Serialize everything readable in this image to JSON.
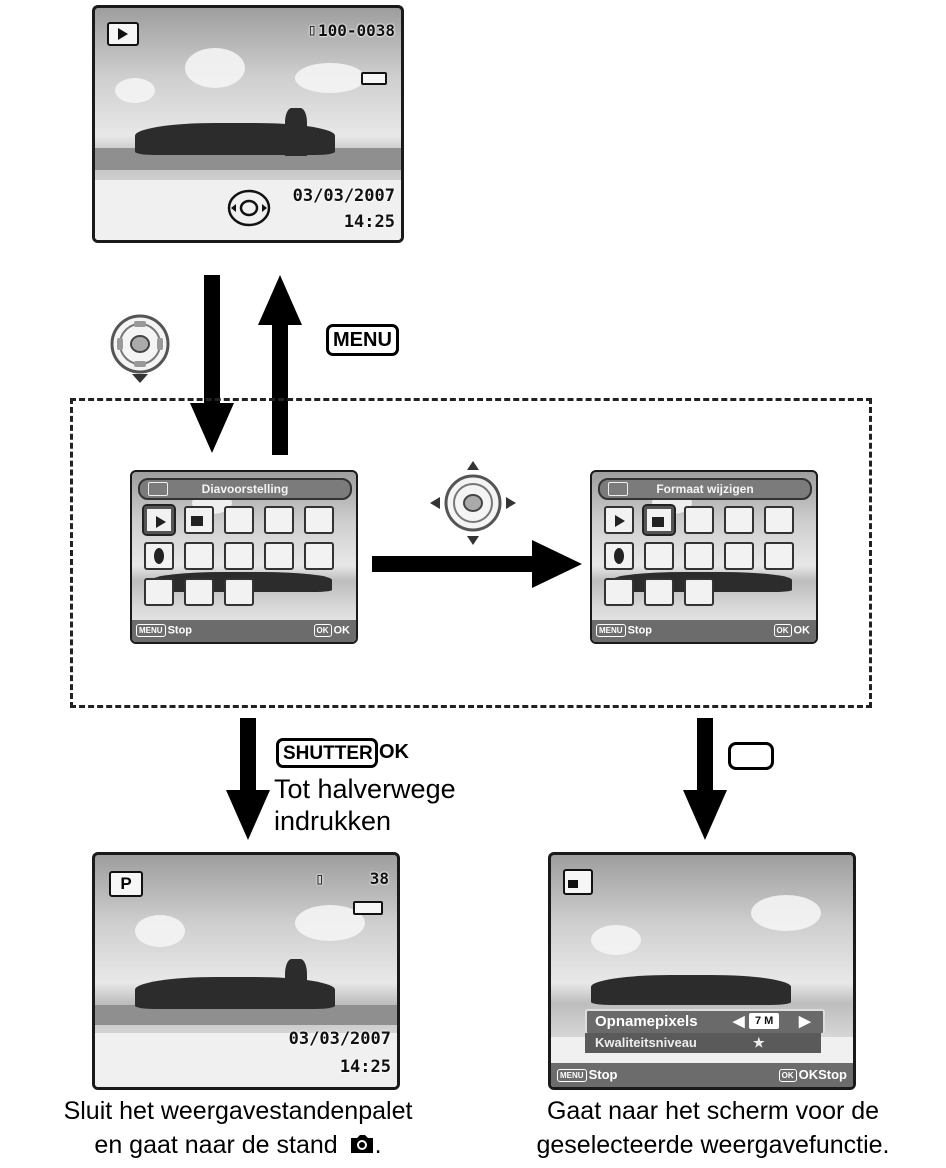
{
  "top_screen": {
    "file_number": "100-0038",
    "date": "03/03/2007",
    "time": "14:25"
  },
  "menu_button_label": "MENU",
  "palette_left": {
    "title": "Diavoorstelling",
    "footer_left_tag": "MENU",
    "footer_left_text": "Stop",
    "footer_right_tag": "OK",
    "footer_right_text": "OK"
  },
  "palette_right": {
    "title": "Formaat wijzigen",
    "footer_left_tag": "MENU",
    "footer_left_text": "Stop",
    "footer_right_tag": "OK",
    "footer_right_text": "OK"
  },
  "shutter": {
    "button_label": "SHUTTER",
    "ok_text": "OK",
    "line1": "Tot halverwege",
    "line2": "indrukken"
  },
  "capture_screen": {
    "mode": "P",
    "shots_remaining": "38",
    "date": "03/03/2007",
    "time": "14:25"
  },
  "resize_screen": {
    "row1_label": "Opnamepixels",
    "row1_value": "7 M",
    "row2_label": "Kwaliteitsniveau",
    "row2_value": "★",
    "footer_left_tag": "MENU",
    "footer_left_text": "Stop",
    "footer_right_tag": "OK",
    "footer_right_text": "OKStop"
  },
  "caption_left": {
    "line1": "Sluit het weergavestandenpalet",
    "line2": "en gaat naar de stand"
  },
  "caption_right": {
    "line1": "Gaat naar het scherm voor de",
    "line2": "geselecteerde weergavefunctie."
  },
  "colors": {
    "ink": "#000000",
    "screen_bar": "#6c6c6c"
  }
}
